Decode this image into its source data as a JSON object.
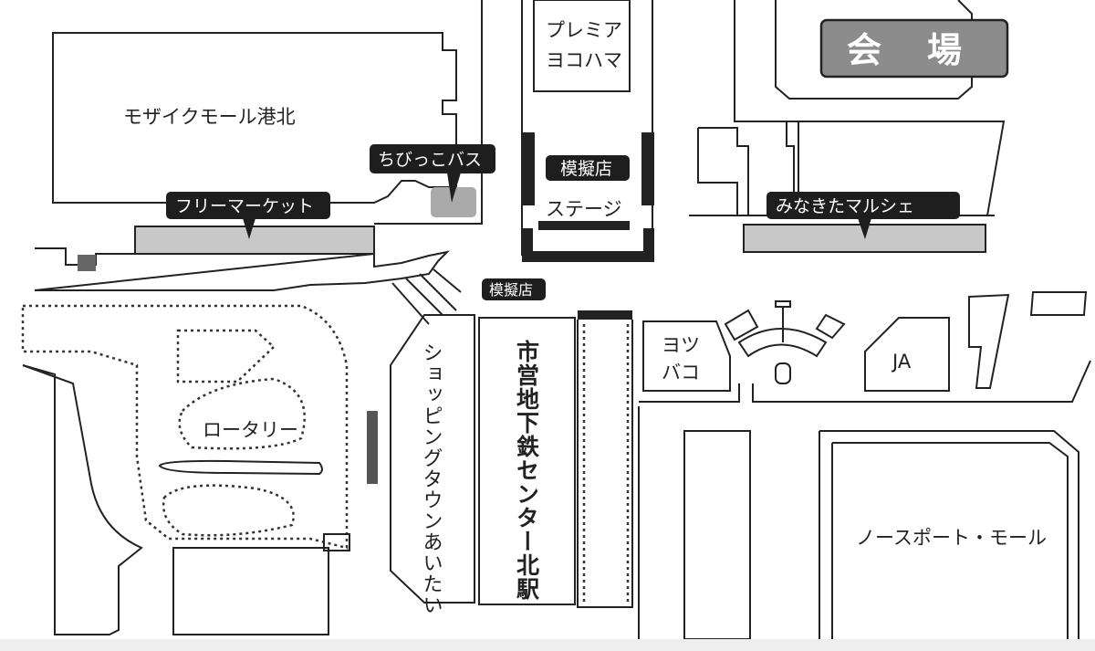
{
  "map": {
    "buildings": {
      "mosaic_mall": "モザイクモール港北",
      "premia_line1": "プレミア",
      "premia_line2": "ヨコハマ",
      "shopping_town": "ショッピングタウンあいたい",
      "station": "市営地下鉄センター北駅",
      "yotsubako_line1": "ヨツ",
      "yotsubako_line2": "バコ",
      "ja": "JA",
      "rotary": "ロータリー",
      "northport_mall": "ノースポート・モール"
    },
    "callouts": {
      "kids_bus": "ちびっこバス",
      "flea_market": "フリーマーケット",
      "stall_stage": "模擬店",
      "stage": "ステージ",
      "stall_street": "模擬店",
      "venue": "会　場",
      "minakita_marche": "みなきたマルシェ"
    },
    "colors": {
      "callout": "#1e1e1e",
      "venue_fill": "#8c8c8c",
      "area_fill": "#c8c8c8"
    }
  }
}
